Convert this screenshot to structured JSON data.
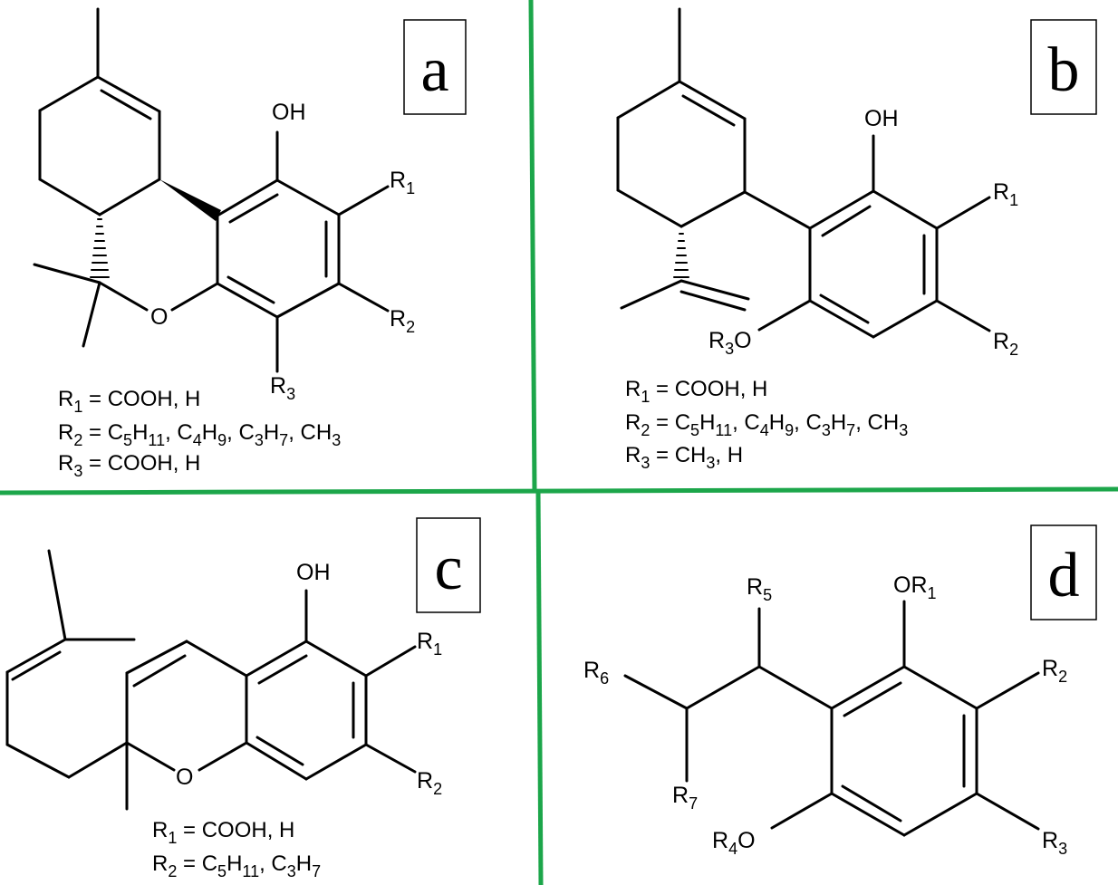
{
  "colors": {
    "divider": "#1ca64a",
    "ink": "#000000",
    "background": "#ffffff"
  },
  "panels": {
    "a": {
      "letter": "a",
      "atoms": {
        "oh": "OH",
        "o": "O"
      },
      "substituents": {
        "r1": {
          "base": "R",
          "sub": "1"
        },
        "r2": {
          "base": "R",
          "sub": "2"
        },
        "r3": {
          "base": "R",
          "sub": "3"
        }
      },
      "definitions": [
        [
          {
            "t": "R"
          },
          {
            "s": "1"
          },
          {
            "t": " = COOH, H"
          }
        ],
        [
          {
            "t": "R"
          },
          {
            "s": "2"
          },
          {
            "t": " = C"
          },
          {
            "s": "5"
          },
          {
            "t": "H"
          },
          {
            "s": "11"
          },
          {
            "t": ", C"
          },
          {
            "s": "4"
          },
          {
            "t": "H"
          },
          {
            "s": "9"
          },
          {
            "t": ", C"
          },
          {
            "s": "3"
          },
          {
            "t": "H"
          },
          {
            "s": "7"
          },
          {
            "t": ", CH"
          },
          {
            "s": "3"
          }
        ],
        [
          {
            "t": "R"
          },
          {
            "s": "3"
          },
          {
            "t": " = COOH, H"
          }
        ]
      ]
    },
    "b": {
      "letter": "b",
      "atoms": {
        "oh": "OH"
      },
      "substituents": {
        "r1": {
          "base": "R",
          "sub": "1"
        },
        "r2": {
          "base": "R",
          "sub": "2"
        },
        "r3o": [
          {
            "t": "R"
          },
          {
            "s": "3"
          },
          {
            "t": "O"
          }
        ]
      },
      "definitions": [
        [
          {
            "t": "R"
          },
          {
            "s": "1"
          },
          {
            "t": " = COOH, H"
          }
        ],
        [
          {
            "t": "R"
          },
          {
            "s": "2"
          },
          {
            "t": " = C"
          },
          {
            "s": "5"
          },
          {
            "t": "H"
          },
          {
            "s": "11"
          },
          {
            "t": ", C"
          },
          {
            "s": "4"
          },
          {
            "t": "H"
          },
          {
            "s": "9"
          },
          {
            "t": ", C"
          },
          {
            "s": "3"
          },
          {
            "t": "H"
          },
          {
            "s": "7"
          },
          {
            "t": ", CH"
          },
          {
            "s": "3"
          }
        ],
        [
          {
            "t": "R"
          },
          {
            "s": "3"
          },
          {
            "t": " = CH"
          },
          {
            "s": "3"
          },
          {
            "t": ", H"
          }
        ]
      ]
    },
    "c": {
      "letter": "c",
      "atoms": {
        "oh": "OH",
        "o": "O"
      },
      "substituents": {
        "r1": {
          "base": "R",
          "sub": "1"
        },
        "r2": {
          "base": "R",
          "sub": "2"
        }
      },
      "definitions": [
        [
          {
            "t": "R"
          },
          {
            "s": "1"
          },
          {
            "t": " = COOH, H"
          }
        ],
        [
          {
            "t": "R"
          },
          {
            "s": "2"
          },
          {
            "t": " = C"
          },
          {
            "s": "5"
          },
          {
            "t": "H"
          },
          {
            "s": "11"
          },
          {
            "t": ", C"
          },
          {
            "s": "3"
          },
          {
            "t": "H"
          },
          {
            "s": "7"
          }
        ]
      ]
    },
    "d": {
      "letter": "d",
      "substituents": {
        "or1": [
          {
            "t": "OR"
          },
          {
            "s": "1"
          }
        ],
        "r2": {
          "base": "R",
          "sub": "2"
        },
        "r3": {
          "base": "R",
          "sub": "3"
        },
        "r4o": [
          {
            "t": "R"
          },
          {
            "s": "4"
          },
          {
            "t": "O"
          }
        ],
        "r5": {
          "base": "R",
          "sub": "5"
        },
        "r6": {
          "base": "R",
          "sub": "6"
        },
        "r7": {
          "base": "R",
          "sub": "7"
        }
      }
    }
  }
}
